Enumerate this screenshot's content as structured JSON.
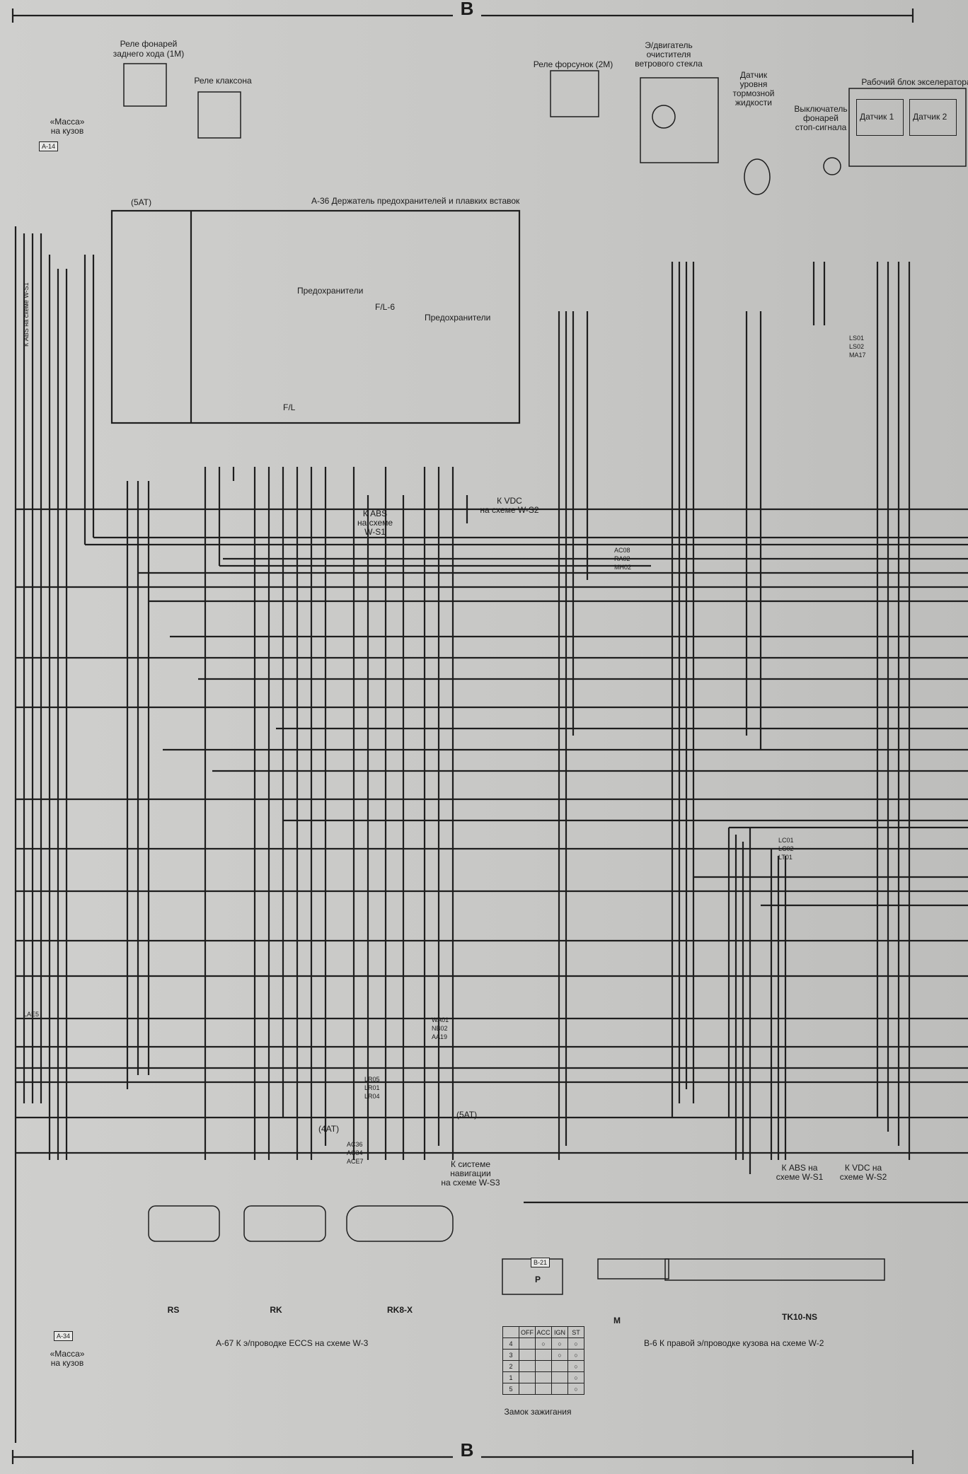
{
  "sheet": {
    "border_letter": "B"
  },
  "components": {
    "reverse_relay": {
      "label": "Реле фонарей",
      "label2": "заднего хода (1М)"
    },
    "horn_relay": {
      "label": "Реле клаксона"
    },
    "injector_relay": {
      "label": "Реле форсунок (2M)"
    },
    "wiper_motor": {
      "label": "Э/двигатель",
      "label2": "очистителя",
      "label3": "ветрового стекла"
    },
    "brake_fluid_sensor": {
      "l1": "Датчик",
      "l2": "уровня",
      "l3": "тормозной",
      "l4": "жидкости"
    },
    "stop_switch": {
      "l1": "Выключатель",
      "l2": "фонарей",
      "l3": "стоп-сигнала"
    },
    "accelerator": {
      "label": "Рабочий блок экселератора",
      "sensor1": "Датчик 1",
      "sensor2": "Датчик 2"
    },
    "ground": {
      "l1": "«Масса»",
      "l2": "на кузов",
      "tag": "A-14"
    },
    "ground_bottom": {
      "tag": "A-34"
    }
  },
  "fusebox": {
    "title": "A-36 Держатель предохранителей и плавких вставок",
    "fuses_label": "Предохранители",
    "fl6": "F/L-6",
    "fl": "F/L"
  },
  "refs": {
    "abs_w_s1_left": "К ABS на схеме W-S1",
    "abs_center": "К ABS",
    "abs_center2": "на схеме",
    "abs_center3": "W-S1",
    "vdc_center": "К VDC",
    "vdc_center2": "на схеме W-S2",
    "nav1": "К системе",
    "nav2": "навигации",
    "nav3": "на схеме W-S3",
    "abs_bottom1": "К ABS на",
    "abs_bottom2": "схеме W-S1",
    "vdc_bottom1": "К VDC на",
    "vdc_bottom2": "схеме W-S2",
    "eccs": "A-67 К э/проводке ECCS на схеме W-3",
    "body": "B-6 К правой э/проводке кузова на схеме W-2"
  },
  "splices": {
    "ac08": "AC08",
    "ra02": "RA02",
    "mh02": "MH02",
    "ls01": "LS01",
    "ls02": "LS02",
    "ma17": "MA17",
    "lc01": "LC01",
    "lc02": "LC02",
    "lt01": "LT01",
    "wa01": "WA01",
    "nb02": "NB02",
    "aa19": "AA19",
    "lr05": "LR05",
    "lr01": "LR01",
    "lr04": "LR04",
    "ac36": "AC36",
    "ac34": "AC34",
    "ace7": "ACE7",
    "lae5": "LAE5"
  },
  "labels": {
    "at4": "(4AT)",
    "at5": "(5AT)"
  },
  "connectors": {
    "rs": "RS",
    "rk": "RK",
    "rk8x": "RK8-X",
    "m": "M",
    "tk10": "TK10-NS",
    "b21": "B-21",
    "p": "P"
  },
  "ignition": {
    "label": "Замок зажигания",
    "headers": [
      "",
      "OFF",
      "ACC",
      "IGN",
      "ST"
    ],
    "rows": [
      [
        "4",
        "",
        "○",
        "○",
        "○"
      ],
      [
        "3",
        "",
        "",
        "○",
        "○"
      ],
      [
        "2",
        "",
        "",
        "",
        "○"
      ],
      [
        "1",
        "",
        "",
        "",
        "○"
      ],
      [
        "5",
        "",
        "",
        "",
        "○"
      ]
    ]
  }
}
